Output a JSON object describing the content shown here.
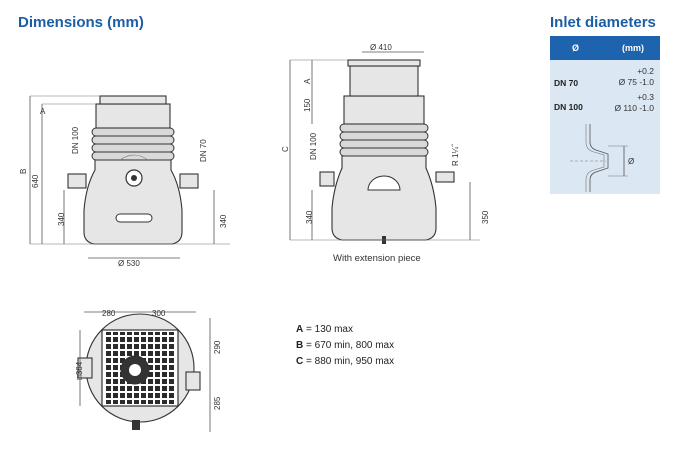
{
  "titles": {
    "dimensions": "Dimensions (mm)",
    "inlet": "Inlet diameters"
  },
  "front_view": {
    "A": "A",
    "B": "B",
    "dn100": "DN 100",
    "dn70": "DN 70",
    "h640": "640",
    "h340_left": "340",
    "h340_right": "340",
    "width": "Ø 530"
  },
  "side_view": {
    "top": "Ø 410",
    "A": "A",
    "C": "C",
    "h150": "150",
    "dn100": "DN 100",
    "h340": "340",
    "r": "R 1¼˝",
    "h350": "350",
    "caption": "With extension piece"
  },
  "plan_view": {
    "w280": "280",
    "w300": "300",
    "h364": "□364",
    "h290": "290",
    "h285": "285"
  },
  "legend": [
    {
      "key": "A",
      "text": " = 130 max"
    },
    {
      "key": "B",
      "text": " = 670 min, 800 max"
    },
    {
      "key": "C",
      "text": " = 880 min, 950 max"
    }
  ],
  "inlet_table": {
    "col1": "Ø",
    "col2": "(mm)",
    "rows": [
      {
        "dn": "DN 70",
        "upper": "+0.2",
        "lower": "Ø 75 -1.0"
      },
      {
        "dn": "DN 100",
        "upper": "+0.3",
        "lower": "Ø 110 -1.0"
      }
    ],
    "symbol": "Ø"
  },
  "colors": {
    "accent": "#1b5ea6",
    "header": "#1e63ad",
    "panel": "#dbe7f3"
  }
}
